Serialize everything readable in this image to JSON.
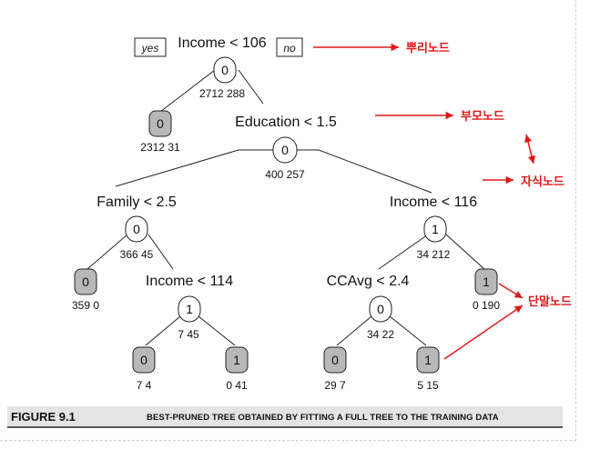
{
  "tags": {
    "yes": "yes",
    "no": "no"
  },
  "conditions": {
    "root": "Income < 106",
    "education": "Education < 1.5",
    "family": "Family < 2.5",
    "income116": "Income < 116",
    "income114": "Income < 114",
    "ccavg": "CCAvg < 2.4"
  },
  "nodes": {
    "root": {
      "label": "0",
      "counts": "2712  288"
    },
    "leaf_left_top": {
      "label": "0",
      "counts": "2312  31"
    },
    "education": {
      "label": "0",
      "counts": "400  257"
    },
    "family": {
      "label": "0",
      "counts": "366  45"
    },
    "income116": {
      "label": "1",
      "counts": "34  212"
    },
    "leaf_family": {
      "label": "0",
      "counts": "359  0"
    },
    "income114": {
      "label": "1",
      "counts": "7  45"
    },
    "ccavg": {
      "label": "0",
      "counts": "34  22"
    },
    "leaf_income116": {
      "label": "1",
      "counts": "0  190"
    },
    "leaf_ll": {
      "label": "0",
      "counts": "7  4"
    },
    "leaf_lr": {
      "label": "1",
      "counts": "0  41"
    },
    "leaf_rl": {
      "label": "0",
      "counts": "29  7"
    },
    "leaf_rr": {
      "label": "1",
      "counts": "5  15"
    }
  },
  "annotations": {
    "root_node": "뿌리노드",
    "parent_node": "부모노드",
    "child_node": "자식노드",
    "leaf_node": "단말노드"
  },
  "annotation_color": "#e01818",
  "leaf_fill": "#b8b8b8",
  "figure": {
    "label": "FIGURE 9.1",
    "caption": "BEST-PRUNED TREE OBTAINED BY FITTING A FULL TREE TO THE TRAINING DATA"
  }
}
